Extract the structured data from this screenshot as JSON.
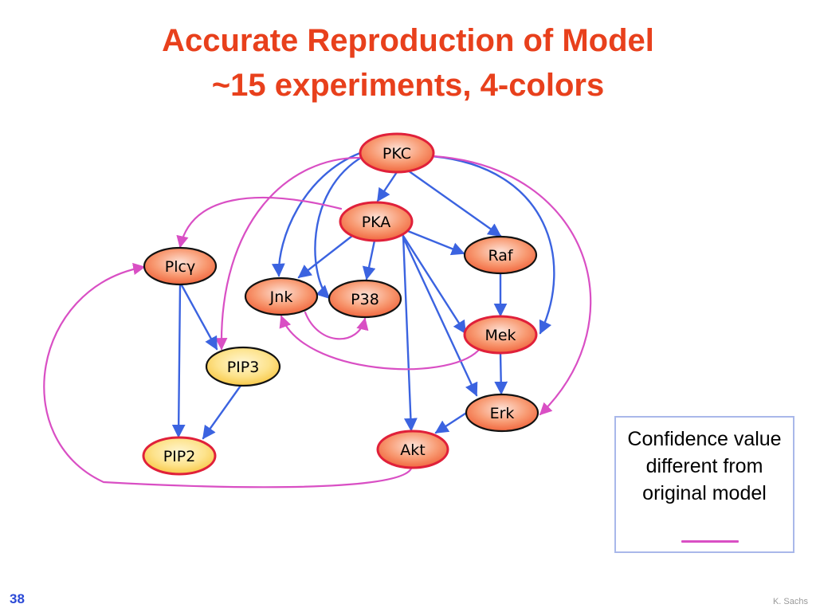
{
  "slide": {
    "title_line1": "Accurate Reproduction of Model",
    "title_line2": "~15 experiments, 4-colors",
    "slide_number": "38",
    "credit": "K. Sachs"
  },
  "legend": {
    "text": "Confidence value different from original model",
    "line_color": "#d94fc4"
  },
  "colors": {
    "edge_blue": "#3b63e0",
    "edge_pink": "#d94fc4",
    "node_orange_fill": "#f47f56",
    "node_orange_border_red": "#e0203a",
    "node_orange_border_black": "#111111",
    "node_yellow_fill": "#fbd25b"
  },
  "nodes": [
    {
      "id": "pkc",
      "label": "PKC",
      "style": "orange-red"
    },
    {
      "id": "pka",
      "label": "PKA",
      "style": "orange-red"
    },
    {
      "id": "raf",
      "label": "Raf",
      "style": "orange-black"
    },
    {
      "id": "plcg",
      "label": "Plcγ",
      "style": "orange-black"
    },
    {
      "id": "jnk",
      "label": "Jnk",
      "style": "orange-black"
    },
    {
      "id": "p38",
      "label": "P38",
      "style": "orange-black"
    },
    {
      "id": "mek",
      "label": "Mek",
      "style": "orange-red"
    },
    {
      "id": "pip3",
      "label": "PIP3",
      "style": "yellow-black"
    },
    {
      "id": "erk",
      "label": "Erk",
      "style": "orange-black"
    },
    {
      "id": "akt",
      "label": "Akt",
      "style": "orange-red"
    },
    {
      "id": "pip2",
      "label": "PIP2",
      "style": "yellow-red"
    }
  ],
  "edges": [
    {
      "from": "pkc",
      "to": "pka",
      "color": "blue"
    },
    {
      "from": "pkc",
      "to": "raf",
      "color": "blue"
    },
    {
      "from": "pkc",
      "to": "mek",
      "color": "blue"
    },
    {
      "from": "pkc",
      "to": "jnk",
      "color": "blue"
    },
    {
      "from": "pkc",
      "to": "p38",
      "color": "blue"
    },
    {
      "from": "pkc",
      "to": "pip3",
      "color": "pink"
    },
    {
      "from": "pkc",
      "to": "erk",
      "color": "pink"
    },
    {
      "from": "pka",
      "to": "raf",
      "color": "blue"
    },
    {
      "from": "pka",
      "to": "jnk",
      "color": "blue"
    },
    {
      "from": "pka",
      "to": "p38",
      "color": "blue"
    },
    {
      "from": "pka",
      "to": "mek",
      "color": "blue"
    },
    {
      "from": "pka",
      "to": "erk",
      "color": "blue"
    },
    {
      "from": "pka",
      "to": "akt",
      "color": "blue"
    },
    {
      "from": "pka",
      "to": "plcg",
      "color": "pink"
    },
    {
      "from": "raf",
      "to": "mek",
      "color": "blue"
    },
    {
      "from": "mek",
      "to": "erk",
      "color": "blue"
    },
    {
      "from": "mek",
      "to": "jnk",
      "color": "pink"
    },
    {
      "from": "erk",
      "to": "akt",
      "color": "blue"
    },
    {
      "from": "plcg",
      "to": "pip3",
      "color": "blue"
    },
    {
      "from": "plcg",
      "to": "pip2",
      "color": "blue"
    },
    {
      "from": "pip3",
      "to": "pip2",
      "color": "blue"
    },
    {
      "from": "jnk",
      "to": "p38",
      "color": "pink"
    },
    {
      "from": "akt",
      "to": "plcg",
      "color": "pink"
    }
  ]
}
